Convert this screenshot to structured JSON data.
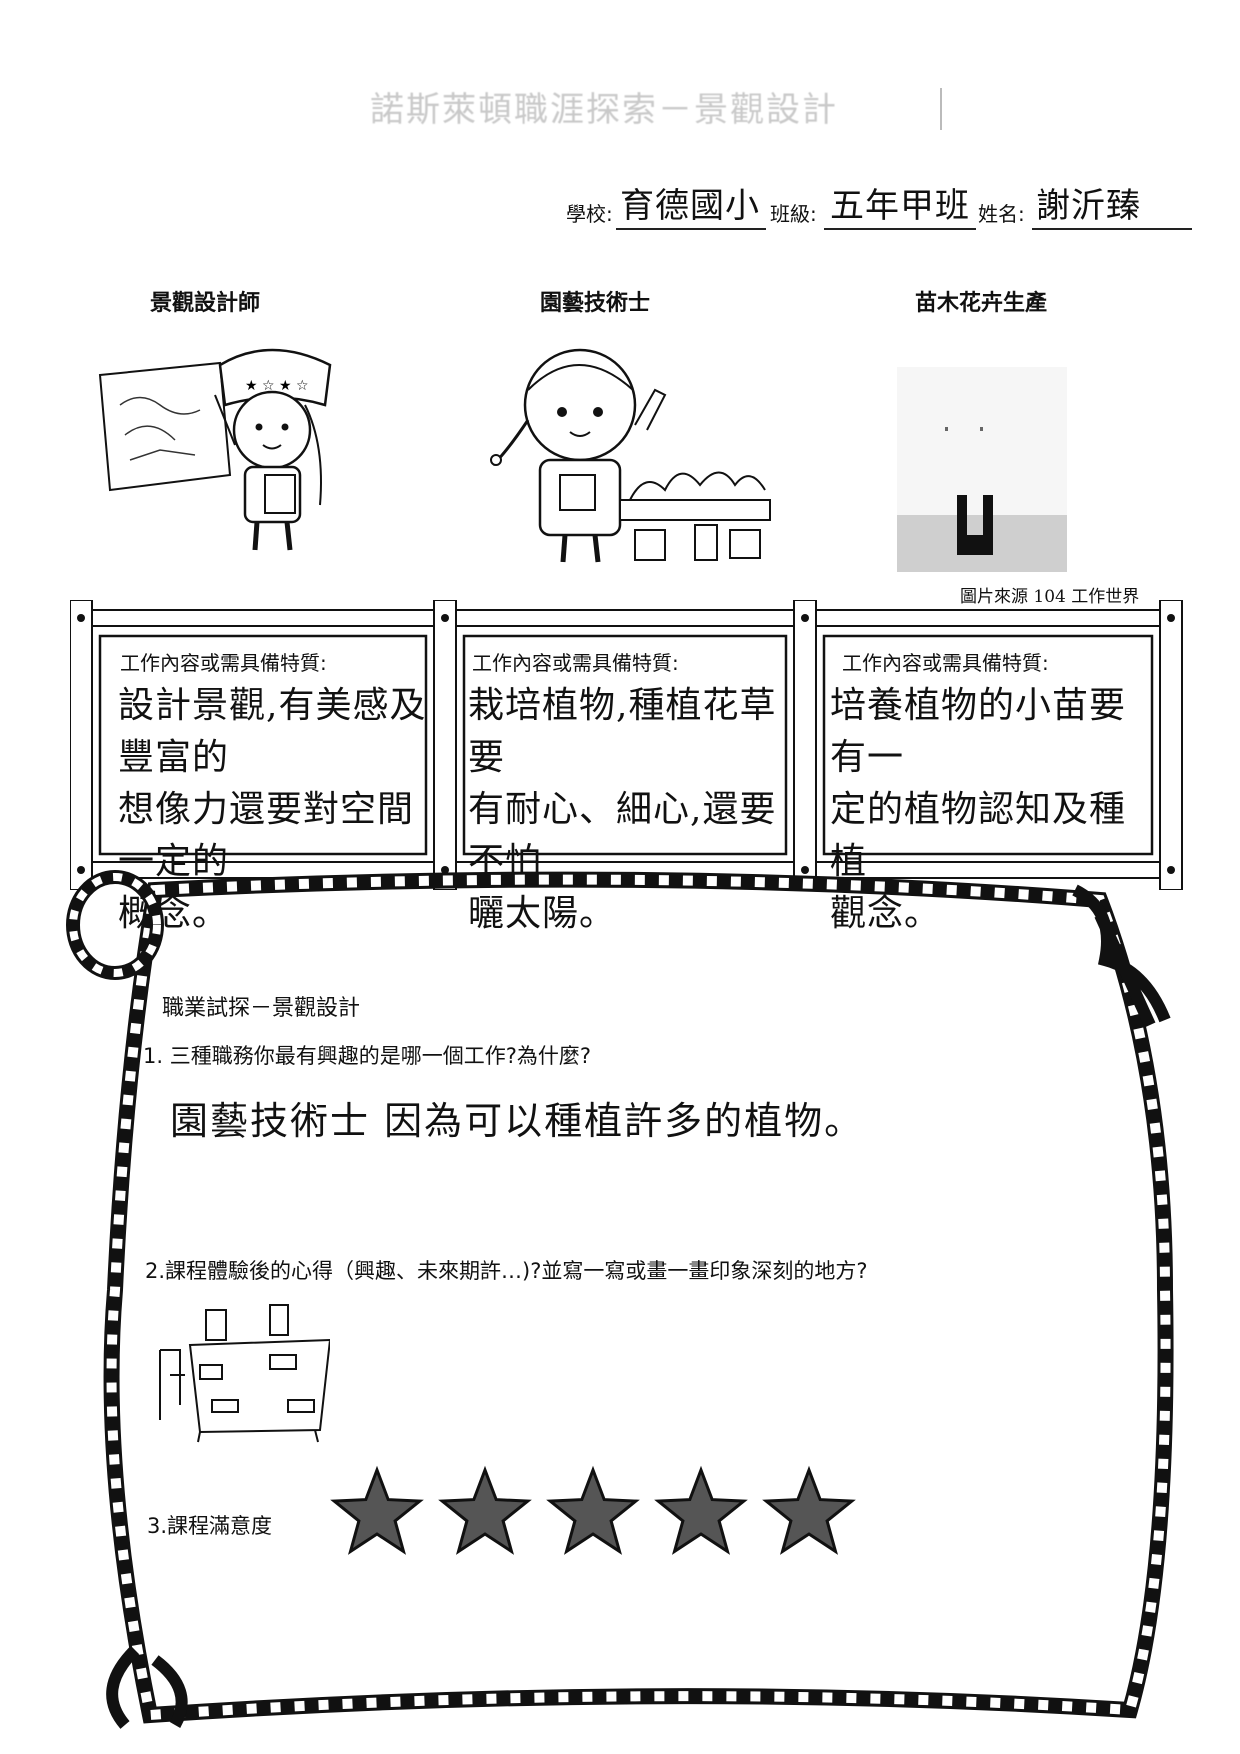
{
  "page": {
    "faded_title": "諾斯萊頓職涯探索－景觀設計",
    "school_label": "學校:",
    "school_value": "育德國小",
    "class_label": "班級:",
    "class_value": "五年甲班",
    "name_label": "姓名:",
    "name_value": "謝沂臻"
  },
  "roles": [
    {
      "title": "景觀設計師",
      "label": "工作內容或需具備特質:",
      "lines": [
        "設計景觀,有美感及豐富的",
        "想像力還要對空間一定的",
        "概念。"
      ]
    },
    {
      "title": "園藝技術士",
      "label": "工作內容或需具備特質:",
      "lines": [
        "栽培植物,種植花草要",
        "有耐心、細心,還要不怕",
        "曬太陽。"
      ]
    },
    {
      "title": "苗木花卉生產",
      "label": "工作內容或需具備特質:",
      "lines": [
        "培養植物的小苗要有一",
        "定的植物認知及種植",
        "觀念。"
      ]
    }
  ],
  "credit": "圖片來源 104 工作世界",
  "section": {
    "title": "職業試探－景觀設計",
    "q1": "1. 三種職務你最有興趣的是哪一個工作?為什麼?",
    "a1": "園藝技術士  因為可以種植許多的植物。",
    "q2": "2.課程體驗後的心得（興趣、未來期許…)?並寫一寫或畫一畫印象深刻的地方?",
    "q3": "3.課程滿意度",
    "rating": {
      "value": 5,
      "max": 5
    }
  },
  "icons": {
    "illus1": "landscape-designer-girl-illustration",
    "illus2": "gardener-girl-illustration",
    "illus3": "seedling-production-photo",
    "drawing": "classroom-table-drawing",
    "star": "star-icon"
  }
}
